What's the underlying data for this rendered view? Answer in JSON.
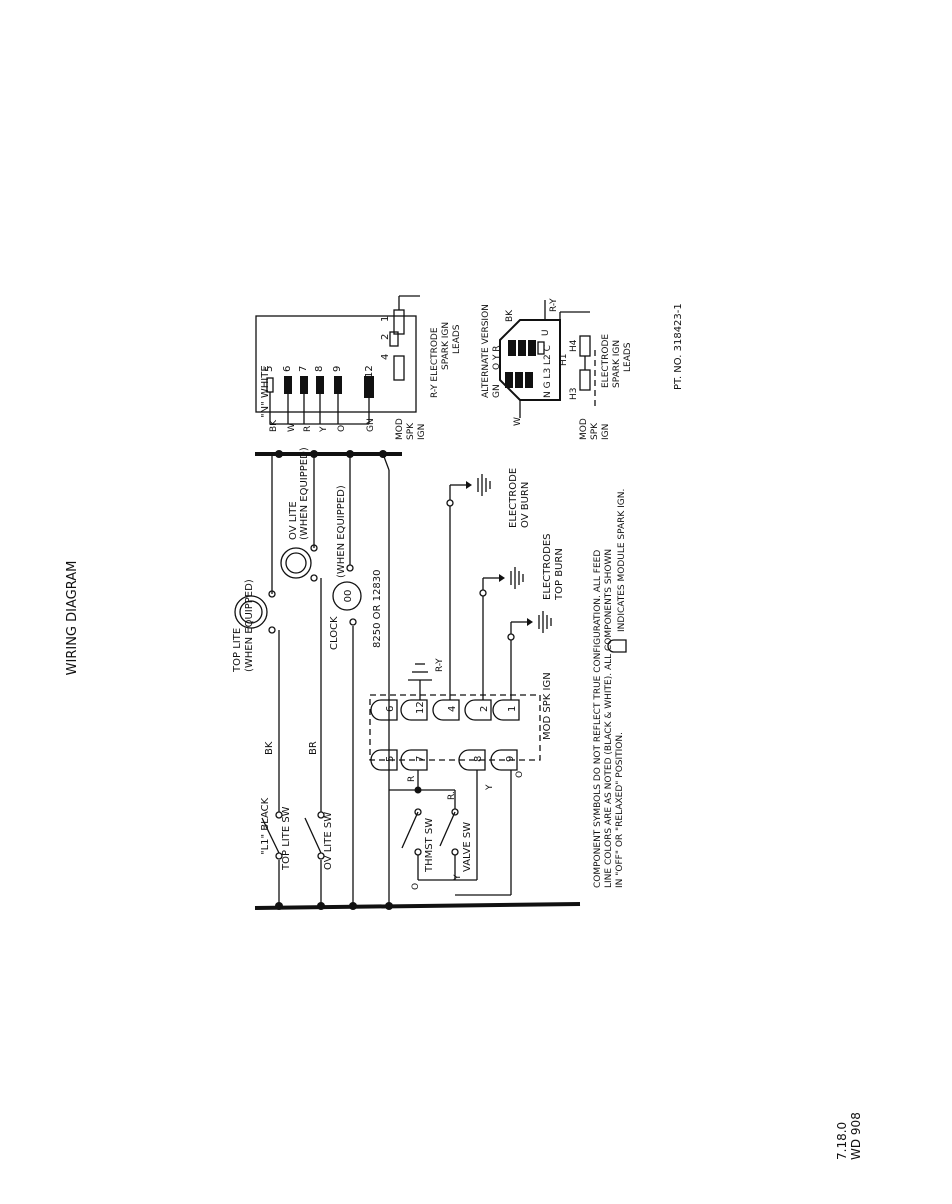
{
  "header": {
    "title": "WIRING DIAGRAM"
  },
  "footer": {
    "code1": "7.18.0",
    "code2": "WD 908",
    "part_no": "PT. NO. 318423-1"
  },
  "schematic": {
    "l1_label": "\"L1\" BLACK",
    "n_label": "\"N\" WHITE",
    "top_lite_sw": "TOP LITE SW",
    "ov_lite_sw": "OV LITE SW",
    "thmst_sw": "THMST SW",
    "valve_sw": "VALVE SW",
    "wire_bk": "BK",
    "wire_br": "BR",
    "wire_o": "O",
    "wire_y1": "Y",
    "wire_y2": "Y",
    "wire_o2": "O",
    "wire_r1": "R",
    "wire_r2": "R.",
    "wire_ry": "R-Y",
    "top_lite": "TOP LITE",
    "top_lite_note": "(WHEN EQUIPPED)",
    "ov_lite": "OV LITE",
    "ov_lite_note": "(WHEN EQUIPPED)",
    "clock": "CLOCK",
    "clock_note": "(WHEN EQUIPPED)",
    "clock_parts": "8250 OR 12830",
    "electrode_ov": "ELECTRODE",
    "electrode_ov2": "OV BURN",
    "electrodes_top": "ELECTRODES",
    "electrodes_top2": "TOP BURN",
    "mod_spk_ign": "MOD SPK IGN",
    "terminals_left": [
      "5",
      "7",
      "8",
      "9"
    ],
    "terminals_right": [
      "6",
      "12",
      "4",
      "2",
      "1"
    ]
  },
  "module": {
    "leads_left": [
      "BK",
      "W",
      "R",
      "Y",
      "O",
      "GN"
    ],
    "pins": [
      "5",
      "6",
      "7",
      "8",
      "9",
      "12"
    ],
    "small_pins": [
      "4",
      "2",
      "1"
    ],
    "label": [
      "MOD",
      "SPK",
      "IGN"
    ],
    "electrode_label": [
      "R-Y ELECTRODE",
      "SPARK IGN",
      "LEADS"
    ]
  },
  "alternate": {
    "title": "ALTERNATE VERSION",
    "sub_left": "GN",
    "sub_mid": "O Y R",
    "sub_right": "BK",
    "pins_row": "N G L3 L2 C",
    "w": "W",
    "u": "U",
    "ry": "R-Y",
    "h1": "H1",
    "h4": "H4",
    "h3": "H3",
    "label": [
      "MOD",
      "SPK",
      "IGN"
    ],
    "electrode_label": [
      "ELECTRODE",
      "SPARK IGN",
      "LEADS"
    ]
  },
  "notes": {
    "line1": "COMPONENT SYMBOLS DO NOT REFLECT TRUE CONFIGURATION.   ALL FEED",
    "line2": "LINE COLORS ARE AS NOTED (BLACK & WHITE).   ALL COMPONENTS SHOWN",
    "line3": "IN \"OFF\" OR \"RELAXED\" POSITION.",
    "line3b": "INDICATES MODULE SPARK IGN."
  }
}
